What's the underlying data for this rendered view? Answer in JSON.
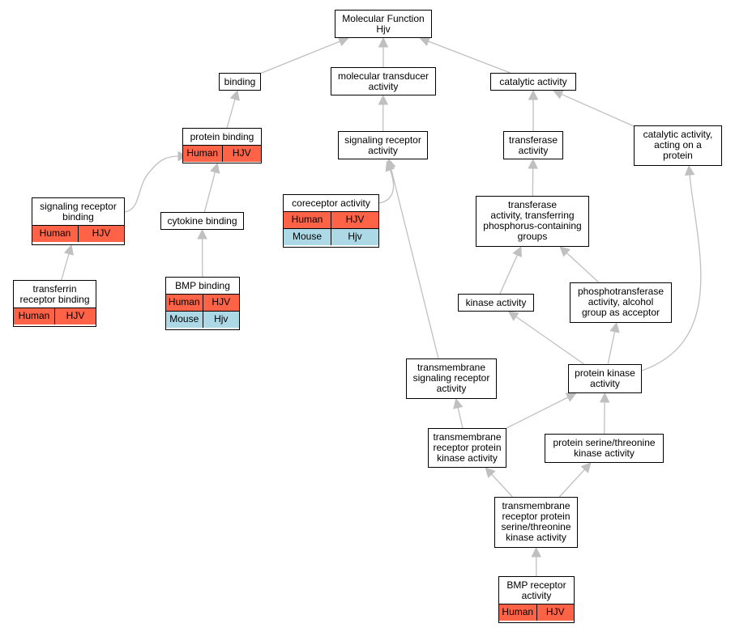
{
  "nodes": [
    {
      "id": "mf",
      "label": "Molecular Function\nHjv",
      "rows": []
    },
    {
      "id": "binding",
      "label": "binding",
      "rows": []
    },
    {
      "id": "mol_transducer",
      "label": "molecular transducer\nactivity",
      "rows": []
    },
    {
      "id": "catalytic",
      "label": "catalytic activity",
      "rows": []
    },
    {
      "id": "protein_binding",
      "label": "protein binding",
      "rows": [
        {
          "species": "Human",
          "gene": "HJV"
        }
      ]
    },
    {
      "id": "sig_rec_act",
      "label": "signaling receptor\nactivity",
      "rows": []
    },
    {
      "id": "transferase",
      "label": "transferase\nactivity",
      "rows": []
    },
    {
      "id": "cat_protein",
      "label": "catalytic activity,\nacting on a\nprotein",
      "rows": []
    },
    {
      "id": "sig_rec_binding",
      "label": "signaling receptor\nbinding",
      "rows": [
        {
          "species": "Human",
          "gene": "HJV"
        }
      ]
    },
    {
      "id": "cytokine_binding",
      "label": "cytokine binding",
      "rows": []
    },
    {
      "id": "coreceptor",
      "label": "coreceptor activity",
      "rows": [
        {
          "species": "Human",
          "gene": "HJV"
        },
        {
          "species": "Mouse",
          "gene": "Hjv"
        }
      ]
    },
    {
      "id": "transferase_phos",
      "label": "transferase\nactivity, transferring\nphosphorus-containing\ngroups",
      "rows": []
    },
    {
      "id": "tfr_binding",
      "label": "transferrin\nreceptor binding",
      "rows": [
        {
          "species": "Human",
          "gene": "HJV"
        }
      ]
    },
    {
      "id": "bmp_binding",
      "label": "BMP binding",
      "rows": [
        {
          "species": "Human",
          "gene": "HJV"
        },
        {
          "species": "Mouse",
          "gene": "Hjv"
        }
      ]
    },
    {
      "id": "kinase",
      "label": "kinase activity",
      "rows": []
    },
    {
      "id": "phosphotransferase",
      "label": "phosphotransferase\nactivity, alcohol\ngroup as acceptor",
      "rows": []
    },
    {
      "id": "tm_sig_rec",
      "label": "transmembrane\nsignaling receptor\nactivity",
      "rows": []
    },
    {
      "id": "protein_kinase",
      "label": "protein kinase\nactivity",
      "rows": []
    },
    {
      "id": "tm_rec_kinase",
      "label": "transmembrane\nreceptor protein\nkinase activity",
      "rows": []
    },
    {
      "id": "ser_thr_kinase",
      "label": "protein serine/threonine\nkinase activity",
      "rows": []
    },
    {
      "id": "tm_rec_ser_thr",
      "label": "transmembrane\nreceptor protein\nserine/threonine\nkinase activity",
      "rows": []
    },
    {
      "id": "bmp_receptor",
      "label": "BMP receptor\nactivity",
      "rows": [
        {
          "species": "Human",
          "gene": "HJV"
        }
      ]
    }
  ],
  "edges": [
    {
      "from": "binding",
      "to": "mf"
    },
    {
      "from": "mol_transducer",
      "to": "mf"
    },
    {
      "from": "catalytic",
      "to": "mf"
    },
    {
      "from": "protein_binding",
      "to": "binding"
    },
    {
      "from": "sig_rec_act",
      "to": "mol_transducer"
    },
    {
      "from": "transferase",
      "to": "catalytic"
    },
    {
      "from": "cat_protein",
      "to": "catalytic"
    },
    {
      "from": "sig_rec_binding",
      "to": "protein_binding"
    },
    {
      "from": "cytokine_binding",
      "to": "protein_binding"
    },
    {
      "from": "coreceptor",
      "to": "sig_rec_act"
    },
    {
      "from": "transferase_phos",
      "to": "transferase"
    },
    {
      "from": "tfr_binding",
      "to": "sig_rec_binding"
    },
    {
      "from": "bmp_binding",
      "to": "cytokine_binding"
    },
    {
      "from": "kinase",
      "to": "transferase_phos"
    },
    {
      "from": "phosphotransferase",
      "to": "transferase_phos"
    },
    {
      "from": "tm_sig_rec",
      "to": "sig_rec_act"
    },
    {
      "from": "protein_kinase",
      "to": "kinase"
    },
    {
      "from": "protein_kinase",
      "to": "phosphotransferase"
    },
    {
      "from": "protein_kinase",
      "to": "cat_protein"
    },
    {
      "from": "tm_rec_kinase",
      "to": "tm_sig_rec"
    },
    {
      "from": "tm_rec_kinase",
      "to": "protein_kinase"
    },
    {
      "from": "ser_thr_kinase",
      "to": "protein_kinase"
    },
    {
      "from": "tm_rec_ser_thr",
      "to": "tm_rec_kinase"
    },
    {
      "from": "tm_rec_ser_thr",
      "to": "ser_thr_kinase"
    },
    {
      "from": "bmp_receptor",
      "to": "tm_rec_ser_thr"
    }
  ],
  "colors": {
    "edge": "#c0c0c0",
    "human_row": "#ff6347",
    "mouse_row": "#add8e6",
    "node_border": "#000000"
  }
}
